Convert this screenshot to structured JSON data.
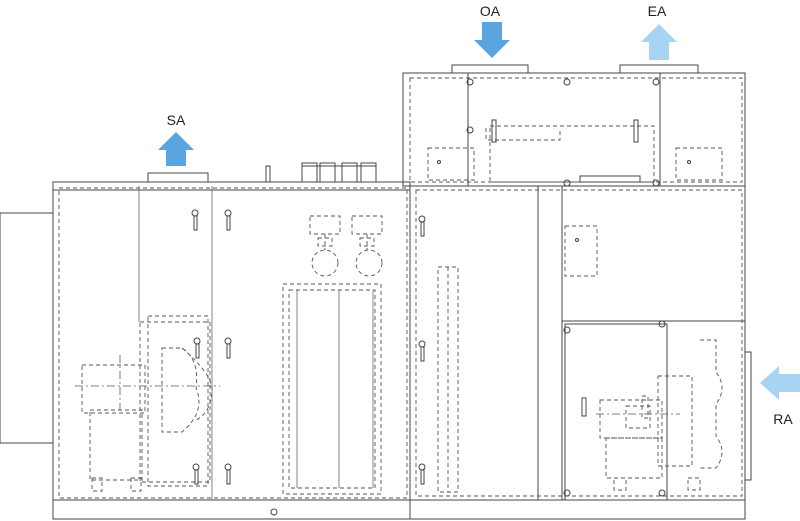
{
  "labels": {
    "supply_air": "SA",
    "outdoor_air": "OA",
    "exhaust_air": "EA",
    "return_air": "RA"
  },
  "colors": {
    "flow_strong": "#5aa5e0",
    "flow_light": "#a9d3f3",
    "line": "#444444"
  }
}
